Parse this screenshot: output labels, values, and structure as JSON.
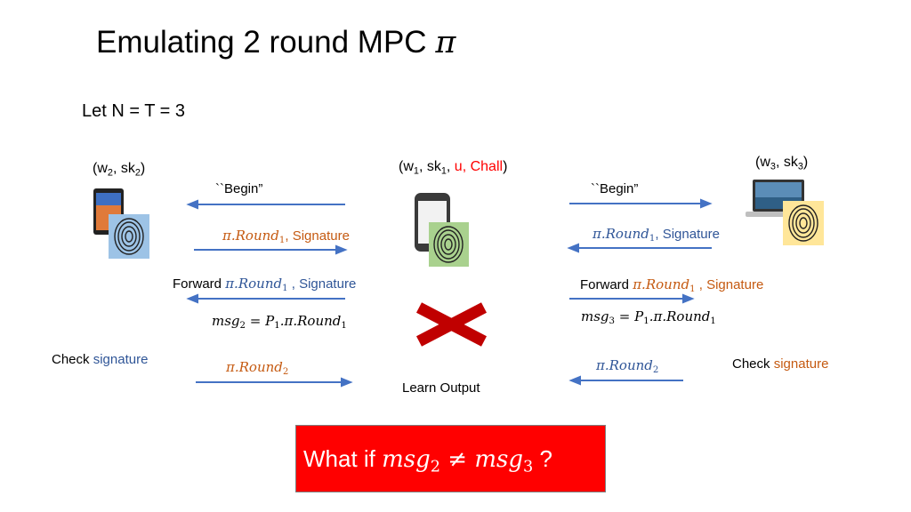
{
  "title": {
    "text": "Emulating 2 round MPC",
    "symbol": "π"
  },
  "subtitle": "Let N = T = 3",
  "parties": {
    "left": {
      "w": "w",
      "w_sub": "2",
      "sep": ", ",
      "sk": "sk",
      "sk_sub": "2"
    },
    "center": {
      "w": "w",
      "w_sub": "1",
      "sk": "sk",
      "sk_sub": "1",
      "u": "u,",
      "chall": "Chall"
    },
    "right": {
      "w": "w",
      "w_sub": "3",
      "sep": ", ",
      "sk": "sk",
      "sk_sub": "3"
    }
  },
  "messages": {
    "begin": "``Begin”",
    "pi": "π.",
    "round": "Round",
    "sub1": "1",
    "sub2": "2",
    "signature": ", Signature",
    "forward": "Forward",
    "msg": "msg",
    "eq": " = ",
    "p": "P",
    "check": "Check",
    "signature_word": "signature",
    "learn_output": "Learn Output"
  },
  "question": {
    "prefix": "What if ",
    "msg": "msg",
    "sub_a": "2",
    "neq": " ≠ ",
    "sub_b": "3",
    "suffix": " ?"
  },
  "colors": {
    "blue": "#2f5597",
    "orange": "#c55a11",
    "red": "#ff0000",
    "arrow": "#4472c4",
    "cross": "#c00000"
  },
  "icons": {
    "tablet": "tablet-icon",
    "phone": "phone-icon",
    "laptop": "laptop-icon",
    "fingerprint": "fingerprint-icon",
    "cross": "cross-icon"
  }
}
